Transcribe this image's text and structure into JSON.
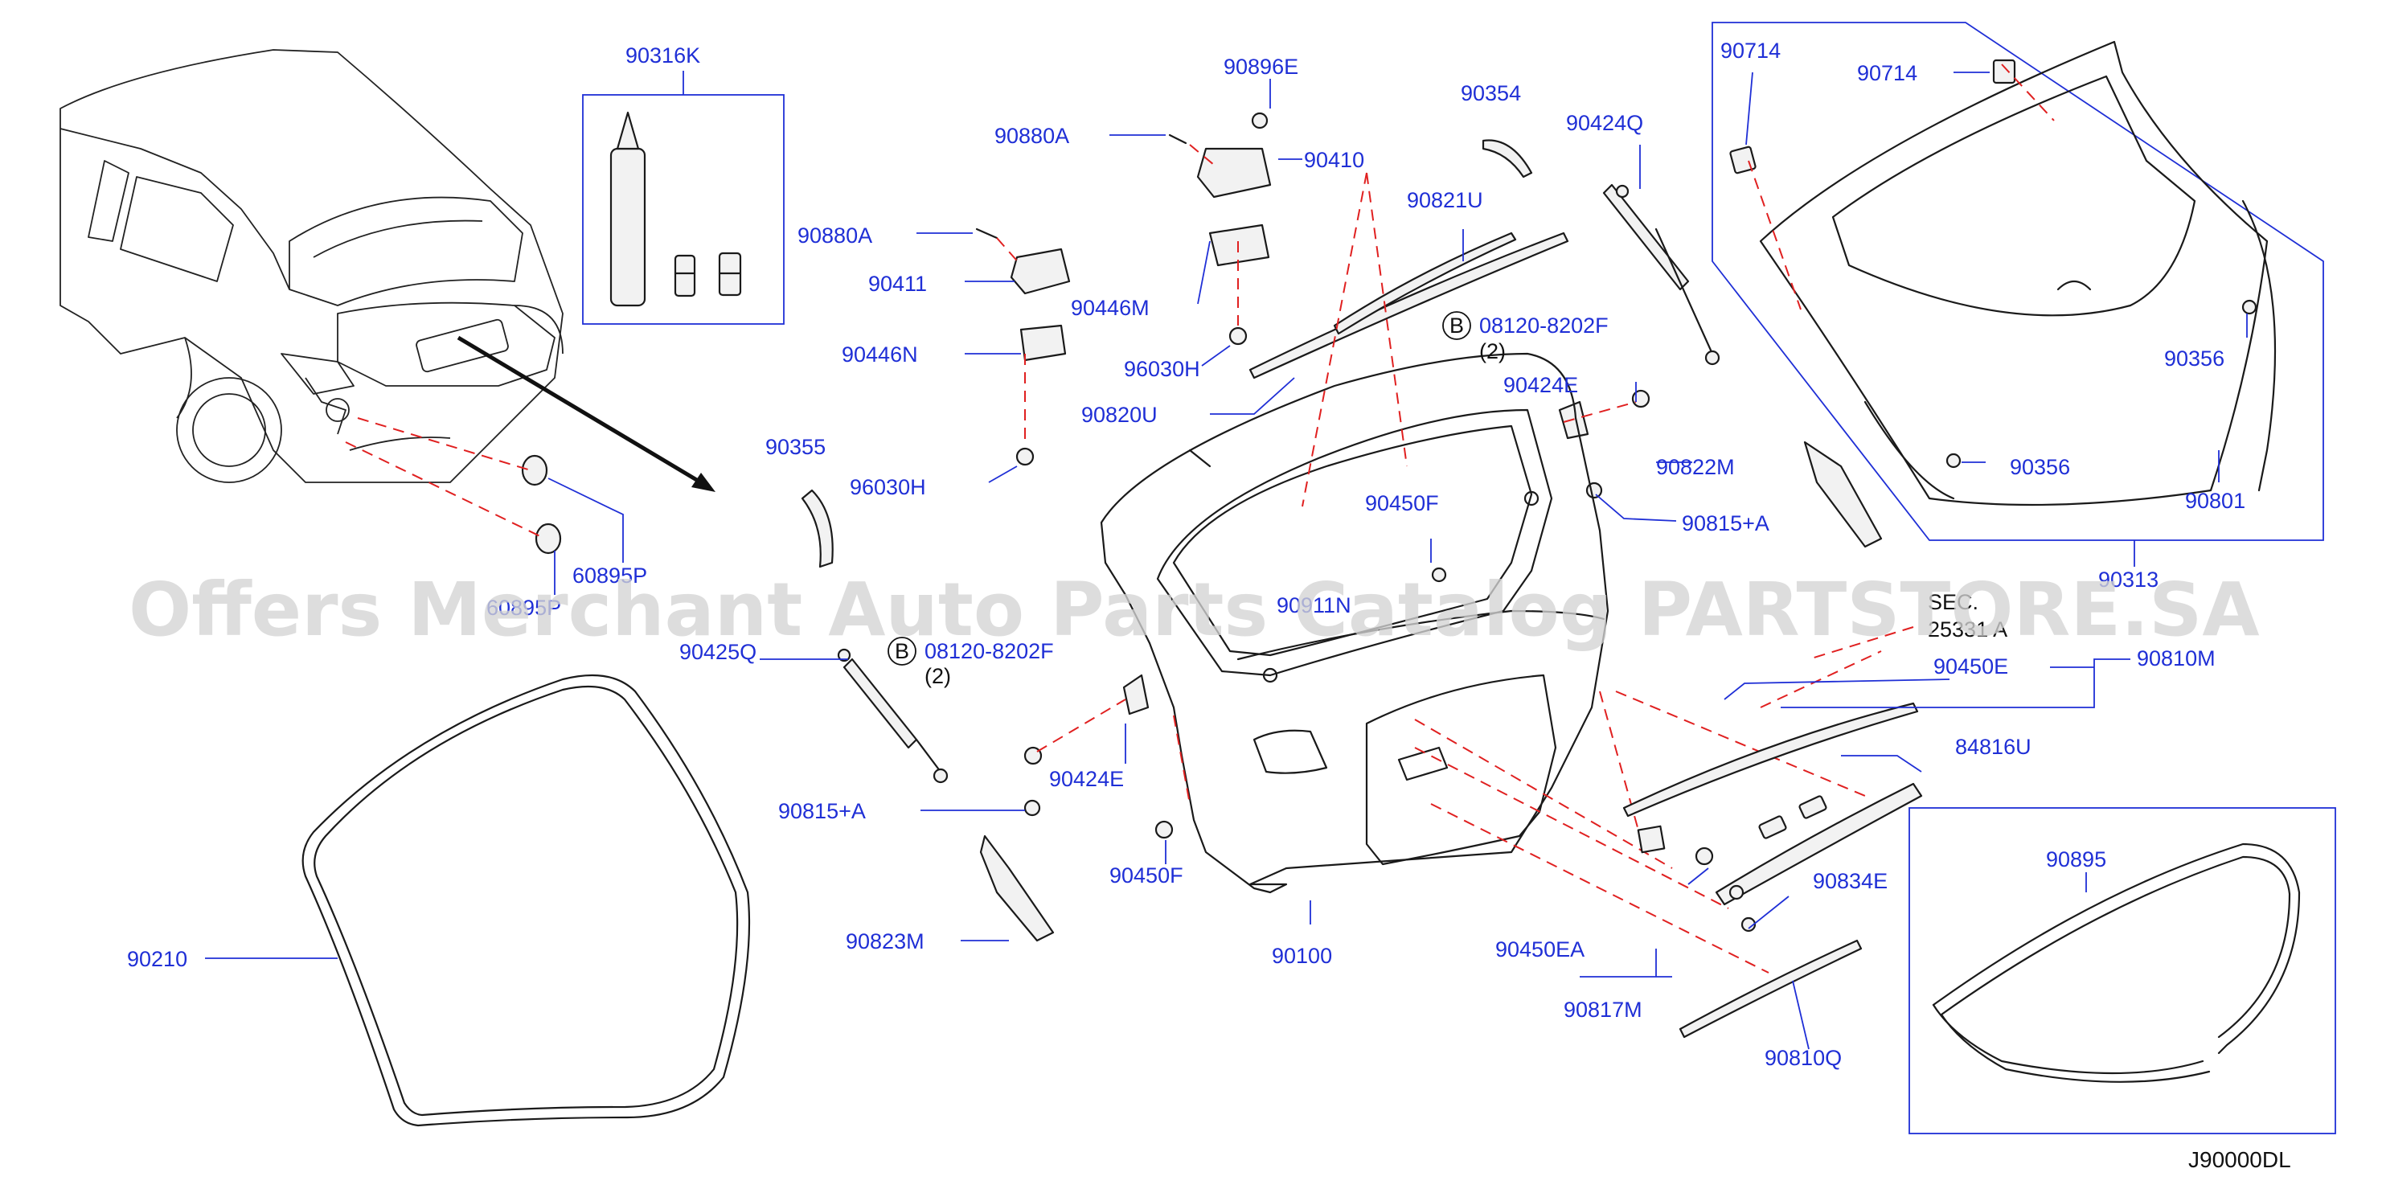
{
  "diagram": {
    "code": "J90000DL",
    "watermark": "Offers Merchant Auto Parts Catalog PARTSTORE.SA",
    "bolt_qty_a": "08120-8202F",
    "bolt_qty_a_count": "(2)",
    "bolt_qty_b": "08120-8202F",
    "bolt_qty_b_count": "(2)",
    "bolt_marker": "B",
    "section_ref_line1": "SEC.",
    "section_ref_line2": "25331 A"
  },
  "labels": {
    "p90316K": "90316K",
    "p90896E": "90896E",
    "p90880A_top": "90880A",
    "p90410": "90410",
    "p90354": "90354",
    "p90424Q": "90424Q",
    "p90714_a": "90714",
    "p90714_b": "90714",
    "p90880A": "90880A",
    "p90821U": "90821U",
    "p90411": "90411",
    "p90446M": "90446M",
    "p90446N": "90446N",
    "p96030H_a": "96030H",
    "p90820U": "90820U",
    "p90424E_a": "90424E",
    "p90356_a": "90356",
    "p90356_b": "90356",
    "p90822M": "90822M",
    "p90801": "90801",
    "p90355": "90355",
    "p96030H_b": "96030H",
    "p90450F_a": "90450F",
    "p90815A_a": "90815+A",
    "p60895P_a": "60895P",
    "p60895P_b": "60895P",
    "p90313": "90313",
    "p90911N": "90911N",
    "p90425Q": "90425Q",
    "p90450E": "90450E",
    "p90810M": "90810M",
    "p84816U": "84816U",
    "p90424E_b": "90424E",
    "p90815A_b": "90815+A",
    "p90450F_b": "90450F",
    "p90895": "90895",
    "p90834E": "90834E",
    "p90823M": "90823M",
    "p90100": "90100",
    "p90450EA": "90450EA",
    "p90210": "90210",
    "p90817M": "90817M",
    "p90810Q": "90810Q"
  }
}
